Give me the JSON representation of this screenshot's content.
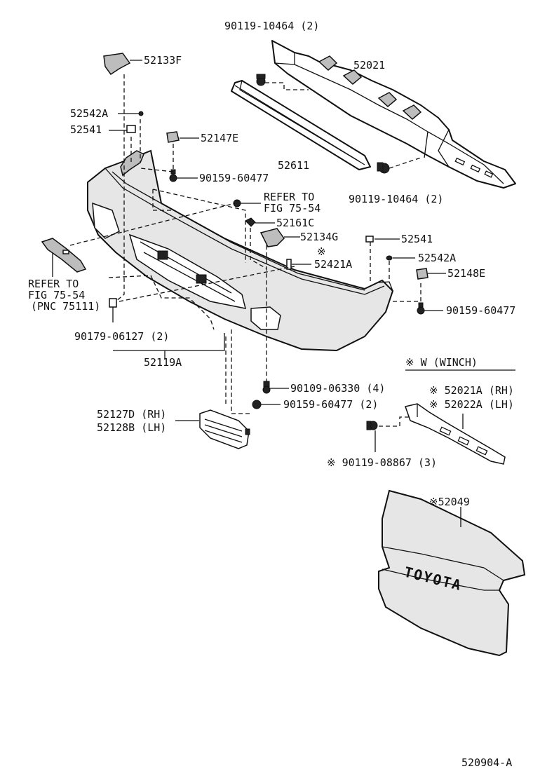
{
  "labels": {
    "bolt_top": "90119-10464 (2)",
    "reinforcement": "52021",
    "bracket_top": "52133F",
    "clip_a_left": "52542A",
    "pad_left": "52541",
    "retainer_e": "52147E",
    "absorber": "52611",
    "screw_left": "90159-60477",
    "bolt_right": "90119-10464 (2)",
    "refer_top_1": "REFER TO",
    "refer_top_2": "FIG 75-54",
    "retainer_c": "52161C",
    "bracket_g": "52134G",
    "pad_right": "52541",
    "clip_a_right": "52542A",
    "note_mark_1": "※",
    "seal": "52421A",
    "retainer_e2": "52148E",
    "screw_right": "90159-60477",
    "refer_left_1": "REFER TO",
    "refer_left_2": "FIG 75-54",
    "refer_left_3": "(PNC 75111)",
    "nut": "90179-06127 (2)",
    "cover": "52119A",
    "winch_header": "※ W (WINCH)",
    "bolt_bottom": "90109-06330 (4)",
    "screw_bottom": "90159-60477 (2)",
    "winch_rh": "※ 52021A (RH)",
    "winch_lh": "※ 52022A (LH)",
    "grille_rh": "52127D (RH)",
    "grille_lh": "52128B (LH)",
    "winch_bolt": "※ 90119-08867 (3)",
    "winch_cover": "※52049",
    "brand": "TOYOTA",
    "figure_number": "520904-A"
  }
}
